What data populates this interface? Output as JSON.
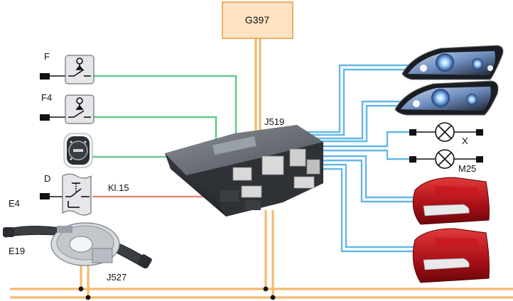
{
  "diagram": {
    "controller_label": "G397",
    "central_module_label": "J519",
    "switch_labels": {
      "f": "F",
      "f4": "F4",
      "d": "D",
      "e4": "E4",
      "e19": "E19",
      "j527": "J527"
    },
    "terminal_label": "Kl.15",
    "bulb_labels": {
      "x": "X",
      "m25": "M25"
    },
    "wire_colors": {
      "can_bus": "#f5b96b",
      "switch_signal": "#66c98a",
      "lamp_output": "#63b7e8",
      "terminal_15": "#e8897a"
    }
  }
}
